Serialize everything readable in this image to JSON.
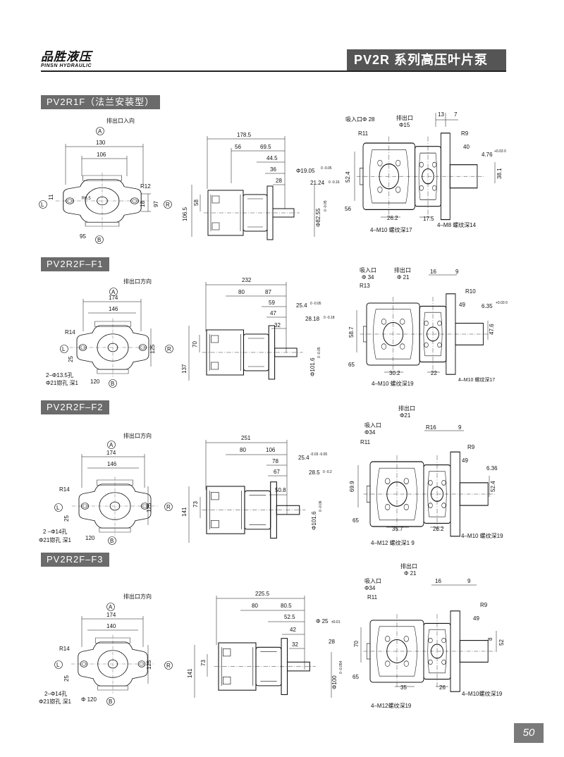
{
  "header": {
    "brand_cn": "品胜液压",
    "brand_en": "PINSN HYDRAULIC",
    "title": "PV2R 系列高压叶片泵"
  },
  "page_number": "50",
  "sections": [
    {
      "label": "PV2R1F（法兰安装型）",
      "front": {
        "port": "排出口入向",
        "A": "A",
        "B": "B",
        "L": "L",
        "R": "R",
        "w1": "130",
        "w2": "106",
        "r": "R12",
        "h1": "11",
        "h2": "18",
        "h3": "97",
        "r2": "R6.5",
        "d": "95"
      },
      "side": {
        "d1": "178.5",
        "d2": "56",
        "d3": "69.5",
        "d4": "44.5",
        "d5": "36",
        "d6": "28",
        "f1": "Φ19.05",
        "f1tol": "0 -0.05",
        "f2": "21.24",
        "f2tol": "0 -0.16",
        "f3": "Φ82.55",
        "f3tol": "0 -0.05",
        "h1": "106.5",
        "h2": "58"
      },
      "top": {
        "inlet": "吸入口Φ 28",
        "outlet": "排出口",
        "outlet_d": "Φ15",
        "d1": "13",
        "d2": "7",
        "r1": "R11",
        "r2": "R9",
        "d3": "40",
        "key": "4.76",
        "keytol": "+0.03 0",
        "h1": "52.4",
        "h2": "38.1",
        "d4": "56",
        "d5": "26.2",
        "d6": "17.5",
        "screw1": "4–M10 螺纹深17",
        "screw2": "4–M8 螺纹深14"
      }
    },
    {
      "label": "PV2R2F–F1",
      "front": {
        "port": "排出口方向",
        "A": "A",
        "B": "B",
        "L": "L",
        "R": "R",
        "w1": "174",
        "w2": "146",
        "r": "R14",
        "h1": "25",
        "h2": "125",
        "hole": "2–Φ13.5孔",
        "cbore": "Φ21锪孔 深1",
        "d": "120"
      },
      "side": {
        "d1": "232",
        "d2": "80",
        "d3": "87",
        "d4": "59",
        "d5": "47",
        "d6": "32",
        "f1": "25.4",
        "f1tol": "0 -0.05",
        "f2": "28.18",
        "f2tol": "0 -0.18",
        "f3": "Φ101.6",
        "f3tol": "0 -0.05",
        "h1": "137",
        "h2": "70"
      },
      "top": {
        "inlet": "吸入口",
        "inlet_d": "Φ 34",
        "outlet": "排出口",
        "outlet_d": "Φ 21",
        "d1": "16",
        "d2": "9",
        "r1": "R13",
        "r2": "R10",
        "d3": "49",
        "key": "6.35",
        "keytol": "+0.03 0",
        "h1": "58.7",
        "h2": "47.6",
        "d4": "65",
        "d5": "30.2",
        "d6": "22",
        "screw1": "4–M10 螺纹深19",
        "screw2": "4–M10 螺纹深17"
      }
    },
    {
      "label": "PV2R2F–F2",
      "front": {
        "port": "排出口方向",
        "A": "A",
        "B": "B",
        "L": "L",
        "R": "R",
        "w1": "174",
        "w2": "146",
        "r": "R14",
        "h1": "25",
        "h2": "125",
        "hole": "2 –Φ14孔",
        "cbore": "Φ21锪孔 深1",
        "d": "120"
      },
      "side": {
        "d1": "251",
        "d2": "80",
        "d3": "106",
        "d4": "78",
        "d5": "67",
        "d6": "50.8",
        "f1": "25.4",
        "f1tol": "-0.03 -0.05",
        "f2": "28.5",
        "f2tol": "0 -0.2",
        "f3": "Φ101.6",
        "f3tol": "0 -0.06",
        "h1": "141",
        "h2": "73"
      },
      "top": {
        "inlet": "吸入口",
        "inlet_d": "Φ34",
        "outlet": "排出口",
        "outlet_d": "Φ21",
        "d1": "R16",
        "d2": "9",
        "r1": "R11",
        "r2": "R9",
        "d3": "49",
        "key": "6.36",
        "h1": "69.9",
        "h2": "52.4",
        "d4": "65",
        "d5": "35.7",
        "d6": "26.2",
        "screw1": "4–M12  螺纹深1 9",
        "screw2": "4–M10 螺纹深19"
      }
    },
    {
      "label": "PV2R2F–F3",
      "front": {
        "port": "排出口方向",
        "A": "A",
        "B": "B",
        "L": "L",
        "R": "R",
        "w1": "174",
        "w2": "140",
        "r": "R14",
        "h1": "25",
        "h2": "125",
        "hole": "2–Φ14孔",
        "cbore": "Φ21锪孔  深1",
        "d": "Φ 120"
      },
      "side": {
        "d1": "225.5",
        "d2": "80",
        "d3": "80.5",
        "d4": "52.5",
        "d5": "42",
        "d6": "32",
        "f1": "Φ 25",
        "f1tol": "±0.01",
        "f2": "28",
        "f3": "Φ100",
        "f3tol": "0 -0.054",
        "h1": "141",
        "h2": "73"
      },
      "top": {
        "inlet": "吸入口",
        "inlet_d": "Φ34",
        "outlet": "排出口",
        "outlet_d": "Φ 21",
        "d1": "16",
        "d2": "9",
        "r1": "R11",
        "r2": "R9",
        "d3": "49",
        "key": "8",
        "h1": "70",
        "h2": "52",
        "d4": "65",
        "d5": "35",
        "d6": "26",
        "screw1": "4–M12螺纹深19",
        "screw2": "4–M10螺纹深19"
      }
    }
  ]
}
